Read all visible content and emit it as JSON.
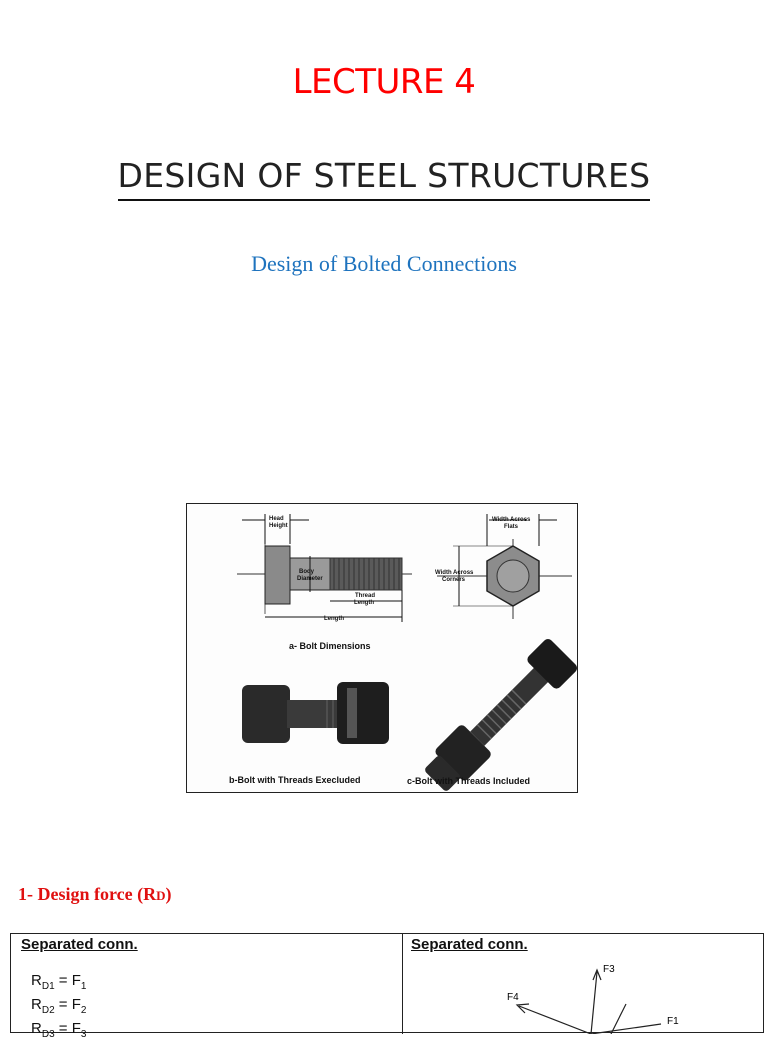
{
  "header": {
    "lecture": "LECTURE 4",
    "course": "DESIGN OF STEEL STRUCTURES",
    "topic": "Design of Bolted Connections"
  },
  "figure": {
    "labels": {
      "head_height": [
        "Head",
        "Height"
      ],
      "body_diameter": [
        "Body",
        "Diameter"
      ],
      "thread_length": [
        "Thread",
        "Length"
      ],
      "length": "Length",
      "width_flats": [
        "Width Across",
        "Flats"
      ],
      "width_corners": [
        "Width Across",
        "Corners"
      ]
    },
    "captions": {
      "a": "a-  Bolt Dimensions",
      "b": "b-Bolt with Threads Execluded",
      "c": "c-Bolt with Threads Included"
    }
  },
  "section": {
    "heading_prefix": "1- Design force (R",
    "heading_sub": "D",
    "heading_suffix": ")"
  },
  "table": {
    "left_header": "Separated conn.",
    "right_header": "Separated conn.",
    "equations": [
      {
        "lhs": "R",
        "lhs_sub": "D1",
        "rhs": "F",
        "rhs_sub": "1"
      },
      {
        "lhs": "R",
        "lhs_sub": "D2",
        "rhs": "F",
        "rhs_sub": "2"
      },
      {
        "lhs": "R",
        "lhs_sub": "D3",
        "rhs": "F",
        "rhs_sub": "3"
      }
    ],
    "force_labels": {
      "f3": "F3",
      "f4": "F4",
      "f1": "F1"
    }
  }
}
